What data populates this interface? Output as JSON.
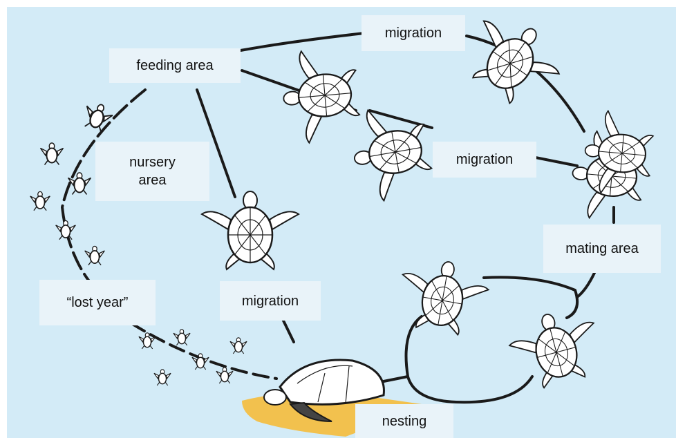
{
  "colors": {
    "background": "#d3ebf7",
    "label_box": "#e9f3f9",
    "outline": "#1a1a1a",
    "turtle_fill": "#ffffff",
    "sand": "#f2c14e"
  },
  "labels": {
    "feeding_area": "feeding area",
    "nursery_area_1": "nursery",
    "nursery_area_2": "area",
    "migration_top": "migration",
    "migration_middle": "migration",
    "migration_center": "migration",
    "mating_area": "mating area",
    "lost_year": "“lost year”",
    "nesting": "nesting"
  },
  "icons": [
    "sea-turtle-icon",
    "hatchling-icon",
    "nesting-turtle-icon",
    "mating-turtles-icon"
  ]
}
